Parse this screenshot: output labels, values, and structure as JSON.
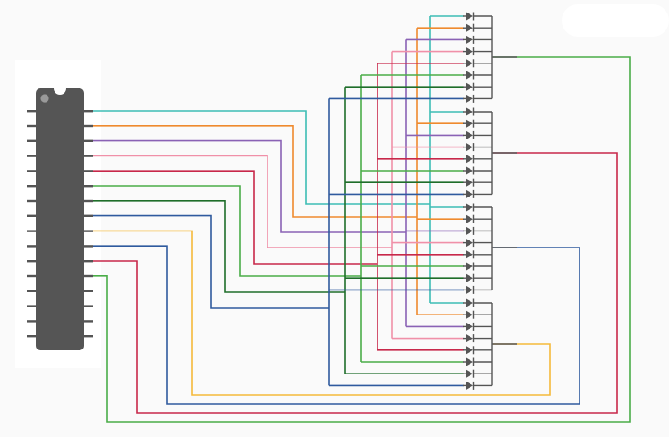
{
  "diagram": {
    "background": "#fafafa",
    "chip": {
      "body_color": "#555555",
      "pins_per_side": 16
    },
    "diode_color": "#555555",
    "diode_banks": 4,
    "diodes_per_bank": 8,
    "row_wires": [
      {
        "color": "#3dbdb5"
      },
      {
        "color": "#ef8a2e"
      },
      {
        "color": "#8a62b5"
      },
      {
        "color": "#f090a8"
      },
      {
        "color": "#c8284a"
      },
      {
        "color": "#4aad48"
      },
      {
        "color": "#1f6e2a"
      },
      {
        "color": "#2f5a9e"
      }
    ],
    "column_wires": [
      {
        "color": "#f5b93a"
      },
      {
        "color": "#2f5a9e"
      },
      {
        "color": "#c8284a"
      },
      {
        "color": "#4aad48"
      }
    ]
  }
}
